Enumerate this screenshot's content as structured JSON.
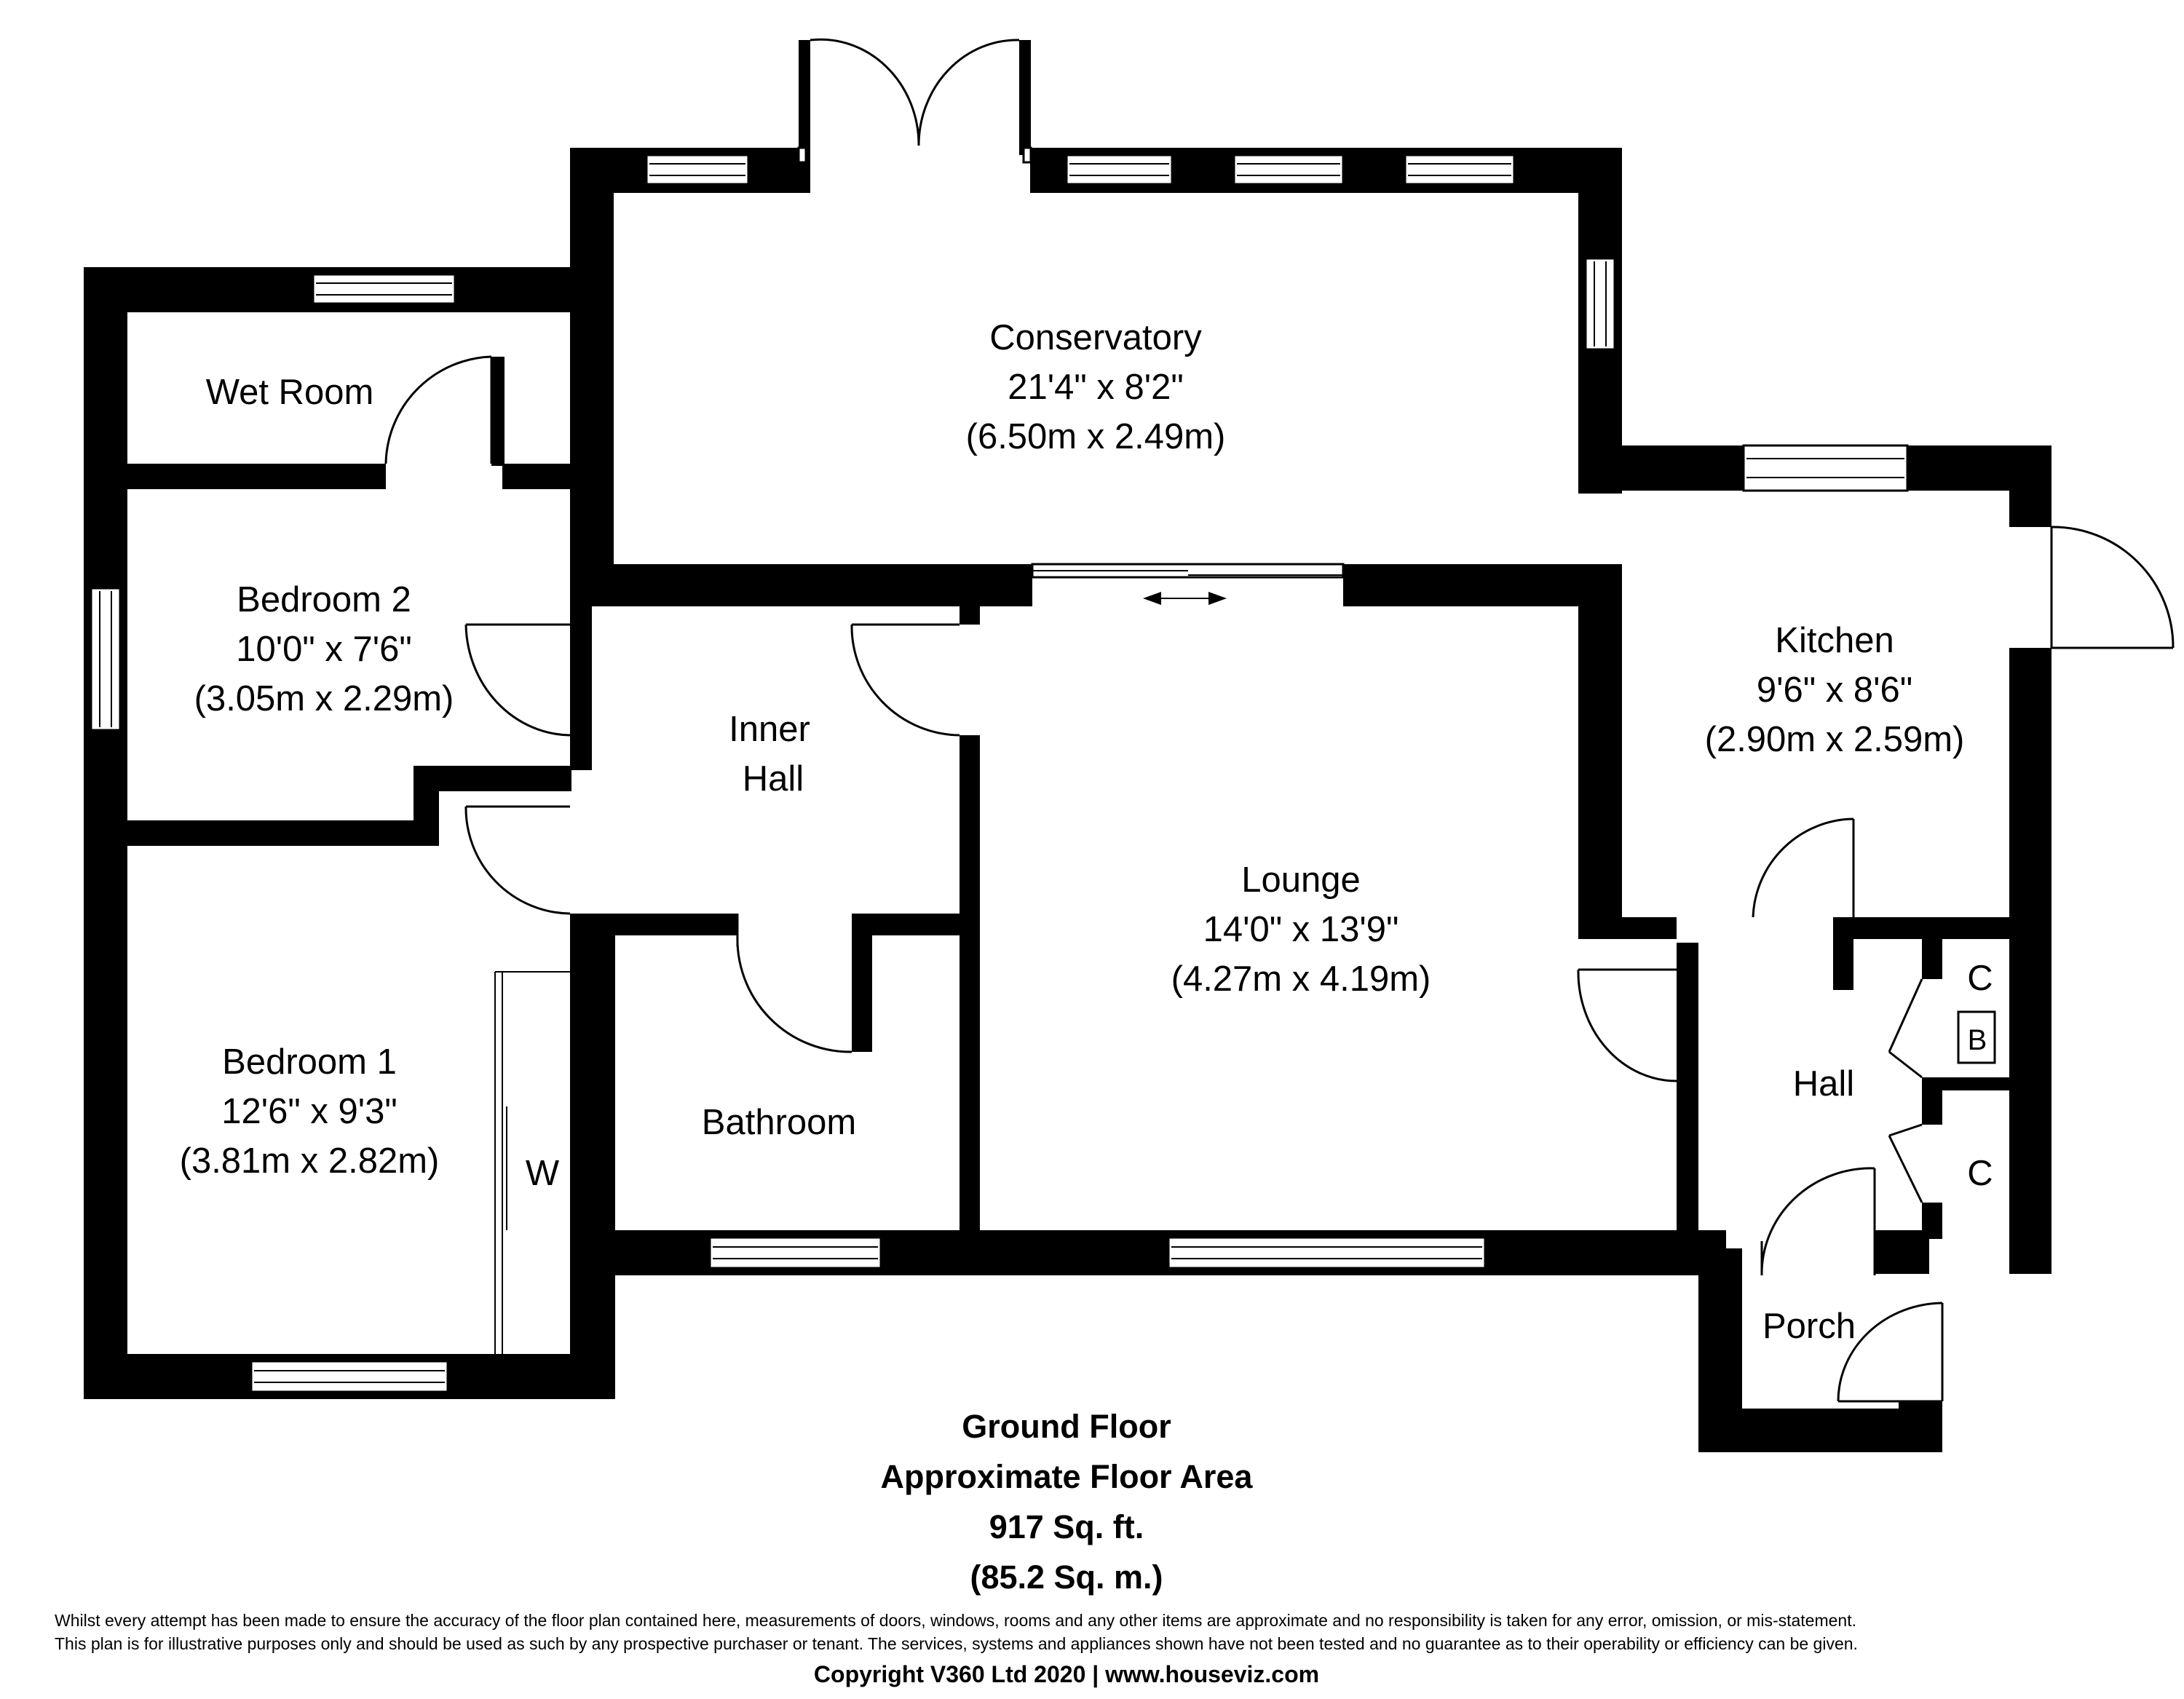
{
  "rooms": {
    "conservatory": {
      "name": "Conservatory",
      "imperial": "21'4\" x 8'2\"",
      "metric": "(6.50m x 2.49m)"
    },
    "wet_room": {
      "name": "Wet Room"
    },
    "bedroom2": {
      "name": "Bedroom 2",
      "imperial": "10'0\" x 7'6\"",
      "metric": "(3.05m x 2.29m)"
    },
    "inner_hall": {
      "line1": "Inner",
      "line2": "Hall"
    },
    "kitchen": {
      "name": "Kitchen",
      "imperial": "9'6\" x 8'6\"",
      "metric": "(2.90m x 2.59m)"
    },
    "lounge": {
      "name": "Lounge",
      "imperial": "14'0\" x 13'9\"",
      "metric": "(4.27m x 4.19m)"
    },
    "bedroom1": {
      "name": "Bedroom 1",
      "imperial": "12'6\" x 9'3\"",
      "metric": "(3.81m x 2.82m)"
    },
    "bathroom": {
      "name": "Bathroom"
    },
    "hall": {
      "name": "Hall"
    },
    "porch": {
      "name": "Porch"
    },
    "wardrobe": {
      "label": "W"
    },
    "cupboard_top": {
      "label": "C"
    },
    "boiler": {
      "label": "B"
    },
    "cupboard_bottom": {
      "label": "C"
    }
  },
  "summary": {
    "floor": "Ground Floor",
    "area_label": "Approximate Floor Area",
    "area_sqft": "917 Sq. ft.",
    "area_sqm": "(85.2 Sq. m.)"
  },
  "disclaimer": {
    "line1": "Whilst every attempt has been made to ensure the accuracy of the floor plan contained here, measurements of doors, windows, rooms and any other items are approximate and no responsibility is taken for any error, omission, or mis-statement.",
    "line2": "This plan is for illustrative purposes only and should be used as such by any prospective purchaser or tenant. The services, systems and appliances shown have not been tested and no guarantee as to their operability or efficiency can be given."
  },
  "copyright": "Copyright V360 Ltd 2020 | www.houseviz.com",
  "colors": {
    "wall": "#000000",
    "background": "#ffffff"
  }
}
